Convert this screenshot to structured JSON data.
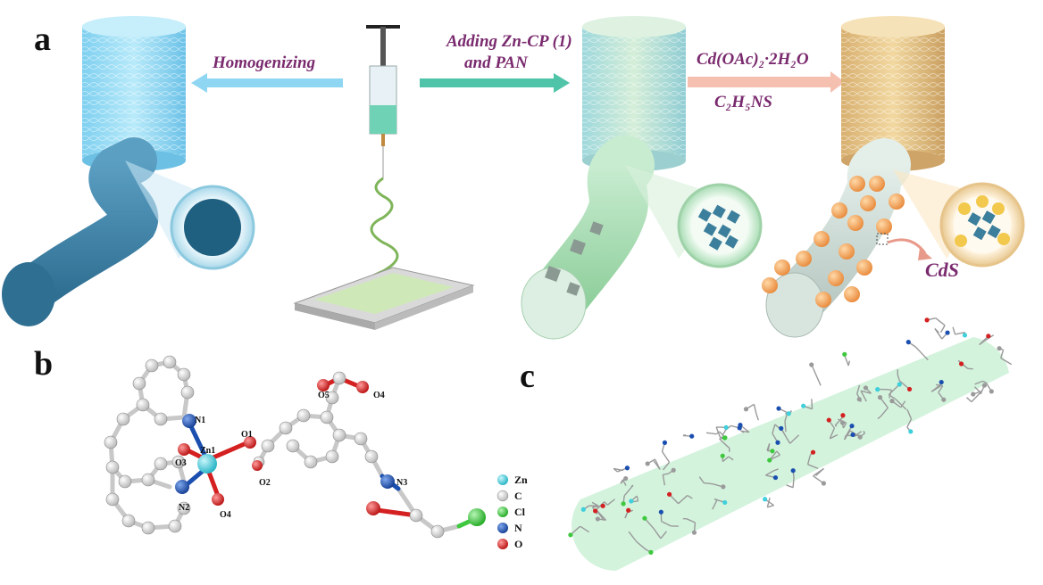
{
  "panels": {
    "a": "a",
    "b": "b",
    "c": "c"
  },
  "steps": {
    "homogenizing": "Homogenizing",
    "adding_line1": "Adding Zn-CP (1)",
    "adding_line2": "and PAN",
    "cd_reagent": "Cd(OAc)₂·2H₂O",
    "s_reagent": "C₂H₅NS",
    "product": "CdS"
  },
  "atoms": {
    "N1": "N1",
    "N2": "N2",
    "N3": "N3",
    "Zn1": "Zn1",
    "O1": "O1",
    "O2": "O2",
    "O3": "O3",
    "O4a": "O4",
    "O4b": "O4",
    "O5": "O5"
  },
  "legend": [
    {
      "symbol": "Zn",
      "color": "#3fd0dc"
    },
    {
      "symbol": "C",
      "color": "#e6e6e6"
    },
    {
      "symbol": "Cl",
      "color": "#3fc83f"
    },
    {
      "symbol": "N",
      "color": "#1a4fb0"
    },
    {
      "symbol": "O",
      "color": "#d42020"
    }
  ],
  "colors": {
    "fiber_blue": "#3b7fa3",
    "arrow_blue": "#6fc8ec",
    "arrow_teal": "#3fbfa0",
    "arrow_pink": "#f2b1a1",
    "cds_orange": "#f3a048",
    "annotation": "#7a2a6e"
  }
}
